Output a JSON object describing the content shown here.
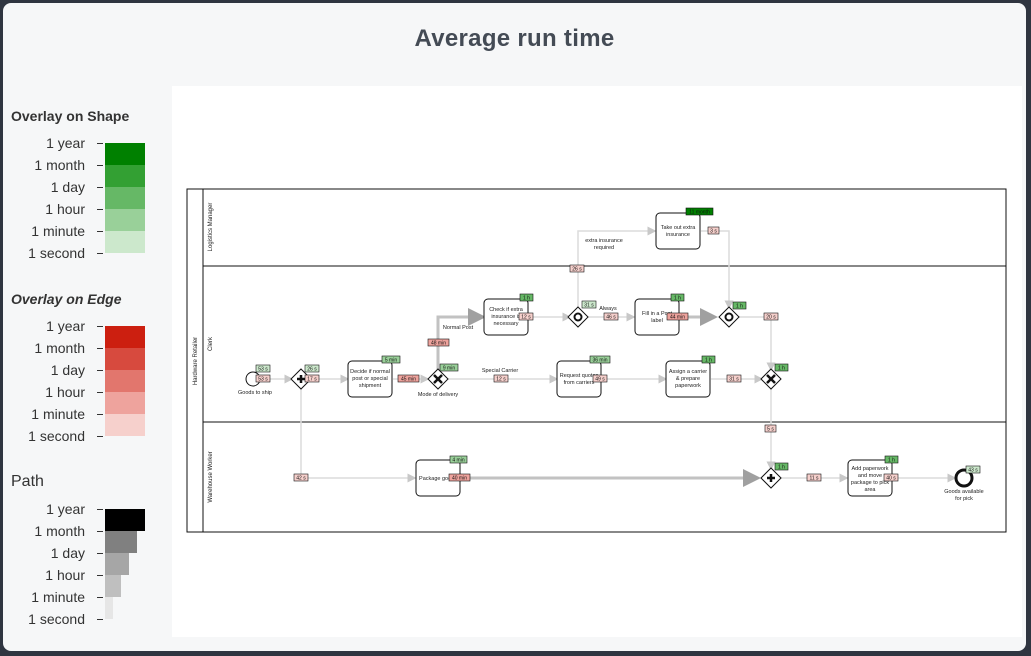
{
  "title": "Average run time",
  "legend": {
    "shape_heading": "Overlay on Shape",
    "edge_heading": "Overlay on Edge",
    "path_heading": "Path",
    "scale_labels": [
      "1 year",
      "1 month",
      "1 day",
      "1 hour",
      "1 minute",
      "1 second"
    ],
    "shape_colors": [
      "#008000",
      "#33a033",
      "#66b866",
      "#99d099",
      "#cce8cc"
    ],
    "edge_colors": [
      "#cc1f10",
      "#d74a3e",
      "#e2766d",
      "#eea39d",
      "#f6d0cc"
    ],
    "path_colors": [
      "#000000",
      "#808080",
      "#a6a6a6",
      "#bfbfbf",
      "#e6e6e6"
    ]
  },
  "diagram": {
    "pool": "Hardware Retailer",
    "lanes": [
      "Logistics Manager",
      "Clerk",
      "Warehouse Worker"
    ],
    "tasks": {
      "decide": [
        "Decide if normal",
        "post or special",
        "shipment"
      ],
      "check": [
        "Check if extra",
        "insurance is",
        "necessary"
      ],
      "request": [
        "Request quotes",
        "from carriers"
      ],
      "assign": [
        "Assign a carrier",
        "& prepare",
        "paperwork"
      ],
      "fill": [
        "Fill in a Post",
        "label"
      ],
      "insurance": [
        "Take out extra",
        "insurance"
      ],
      "package": [
        "Package goods"
      ],
      "paperwork": [
        "Add paperwork",
        "and move",
        "package to pick",
        "area"
      ]
    },
    "labels": {
      "start": "Goods to ship",
      "mode": "Mode of delivery",
      "normal": "Normal Post",
      "special": "Special Carrier",
      "always": "Always",
      "extra": [
        "extra insurance",
        "required"
      ],
      "end": [
        "Goods available",
        "for pick"
      ]
    },
    "shape_overlays": {
      "start": "53 s",
      "par_split": "26 s",
      "decide": "5 min",
      "mode": "9 min",
      "check": "1 h",
      "or_split": "31 s",
      "request": "36 min",
      "fill": "1 h",
      "assign": "1 h",
      "or_join": "1 h",
      "xor_join": "1 h",
      "insurance": "11 month",
      "package": "4 min",
      "par_join": "1 h",
      "paperwork": "1 h",
      "end": "43 s"
    },
    "edge_overlays": {
      "start_out": "53 s",
      "par_to_decide": "17 s",
      "decide_to_mode": "45 min",
      "mode_to_check": "48 min",
      "check_to_or": "12 s",
      "or_to_fill": "46 s",
      "or_to_insurance": "26 s",
      "mode_to_request": "12 s",
      "request_to_assign": "49 s",
      "fill_to_join": "44 min",
      "insurance_to_join": "3 s",
      "join_to_xor": "20 s",
      "assign_to_xor": "31 s",
      "xor_to_par": "5 s",
      "par_to_package": "42 s",
      "package_to_join": "40 min",
      "join_to_paperwork": "11 s",
      "paperwork_to_end": "40 s"
    }
  }
}
